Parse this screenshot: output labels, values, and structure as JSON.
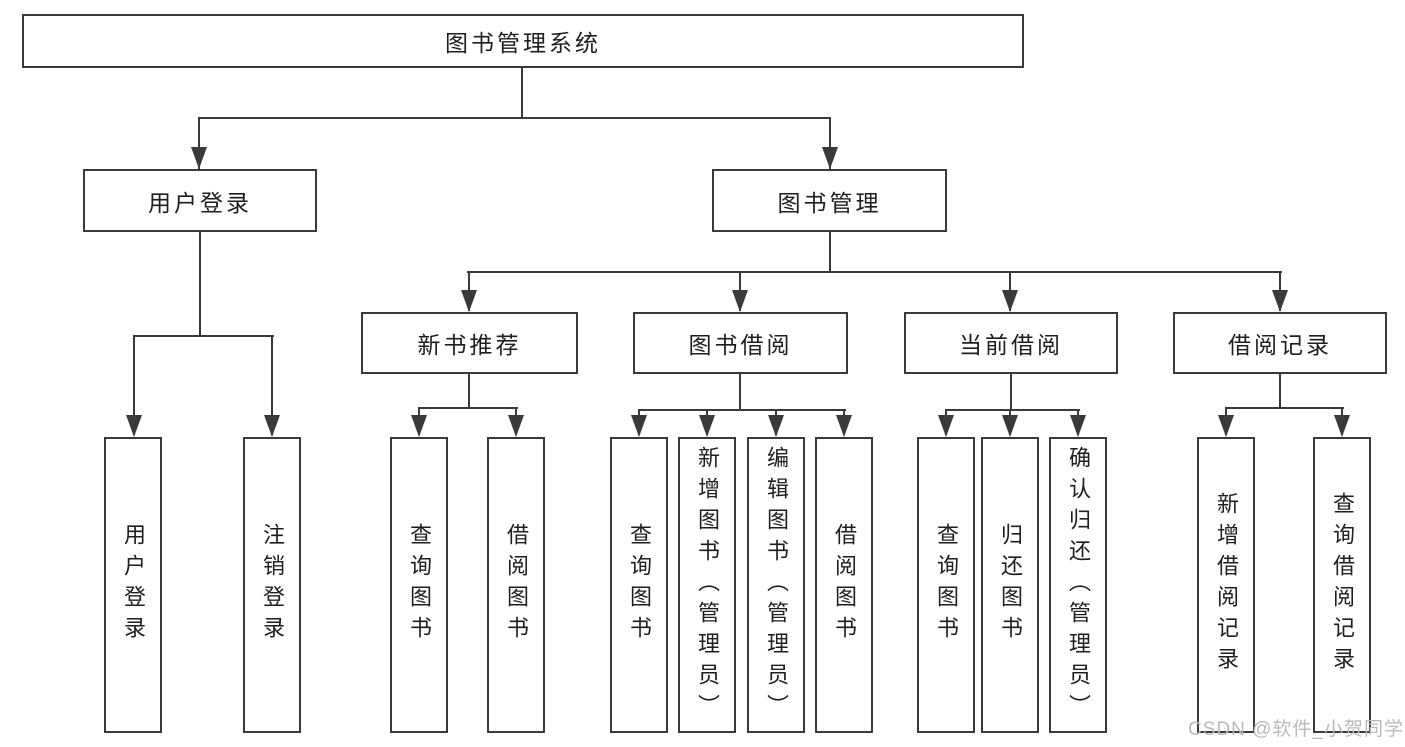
{
  "diagram": {
    "root": {
      "label": "图书管理系统"
    },
    "level2": [
      {
        "label": "用户登录"
      },
      {
        "label": "图书管理"
      }
    ],
    "level3": [
      {
        "label": "新书推荐"
      },
      {
        "label": "图书借阅"
      },
      {
        "label": "当前借阅"
      },
      {
        "label": "借阅记录"
      }
    ],
    "leaves": {
      "user": [
        "用户登录",
        "注销登录"
      ],
      "recommend": [
        "查询图书",
        "借阅图书"
      ],
      "borrow": [
        "查询图书",
        "新增图书（管理员）",
        "编辑图书（管理员）",
        "借阅图书"
      ],
      "current": [
        "查询图书",
        "归还图书",
        "确认归还（管理员）"
      ],
      "records": [
        "新增借阅记录",
        "查询借阅记录"
      ]
    }
  },
  "watermark": {
    "text": "CSDN @软件_小贺同学"
  },
  "colors": {
    "line": "#3a3a3a",
    "text": "#1e1e1e",
    "watermark": "#b9b9b9",
    "background": "#ffffff"
  }
}
